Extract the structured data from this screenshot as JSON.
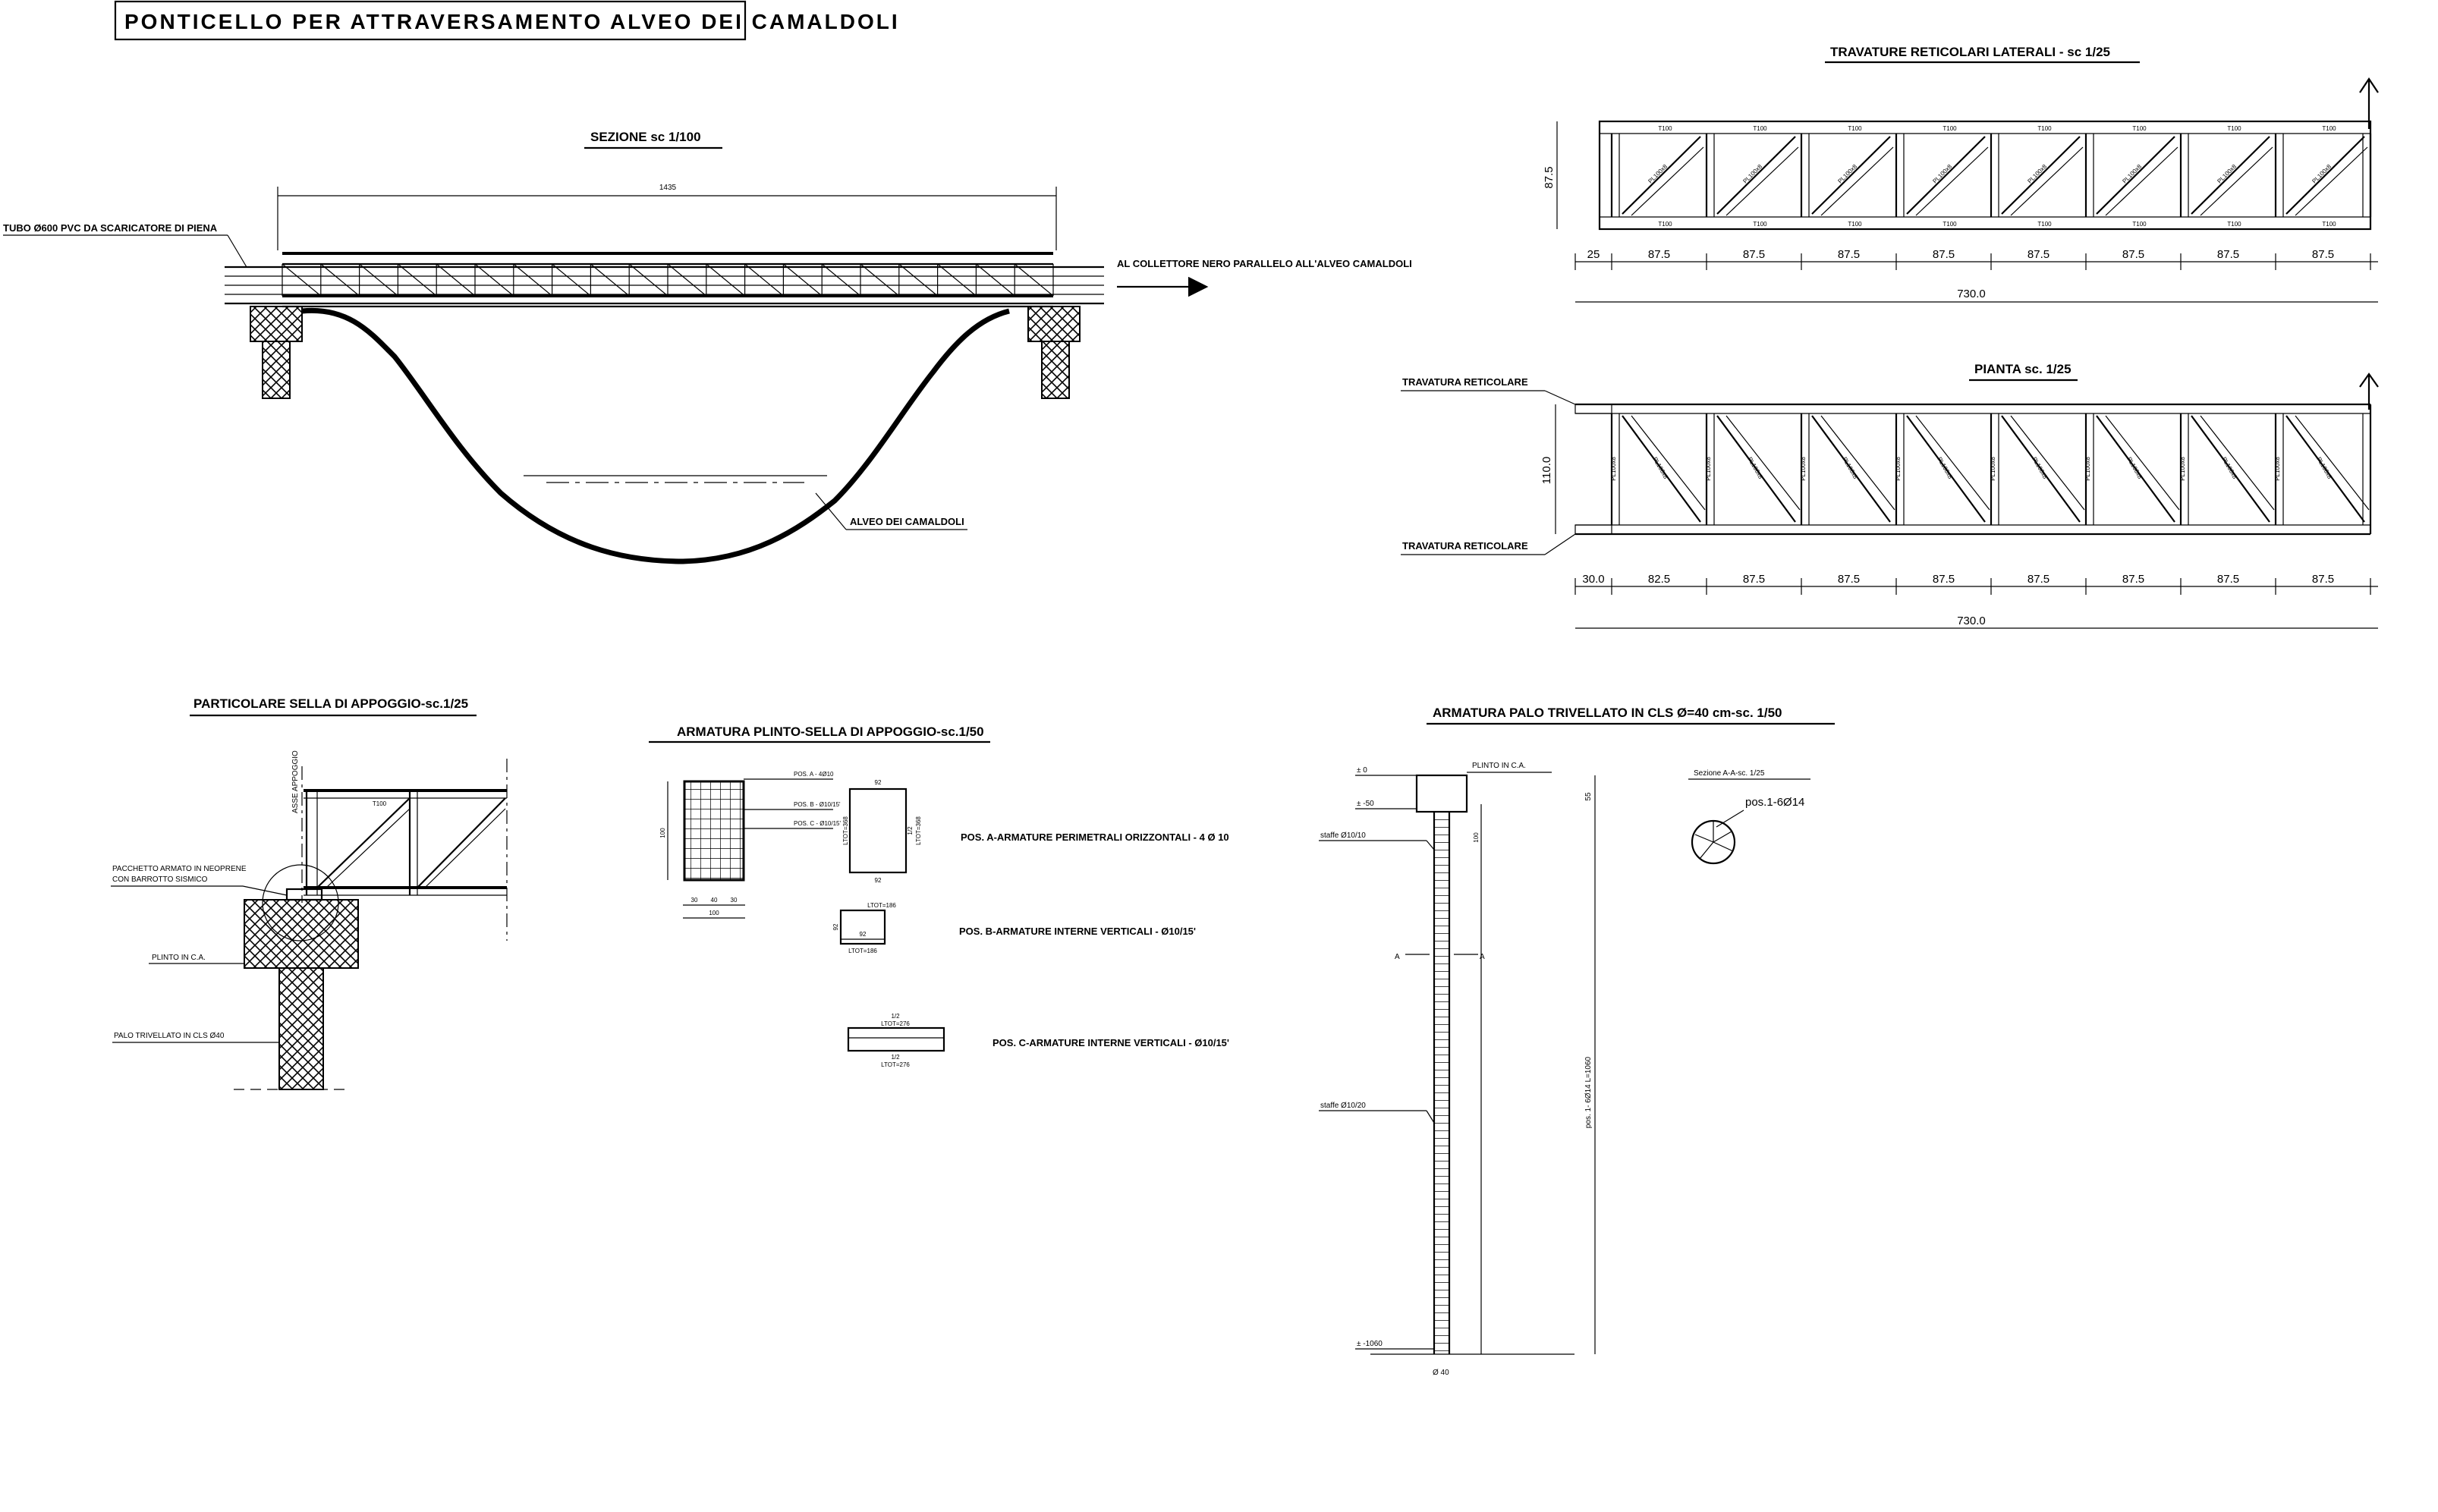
{
  "title": "PONTICELLO PER ATTRAVERSAMENTO ALVEO DEI CAMALDOLI",
  "section": {
    "heading": "SEZIONE sc 1/100",
    "span_dim": "1435",
    "pipe_note": "TUBO Ø600 PVC DA SCARICATORE DI PIENA",
    "collector_note": "AL COLLETTORE NERO PARALLELO ALL'ALVEO CAMALDOLI",
    "riverbed_note": "ALVEO DEI CAMALDOLI"
  },
  "lateral_truss": {
    "heading": "TRAVATURE RETICOLARI LATERALI - sc 1/25",
    "height_dim": "87.5",
    "top_labels": [
      "T100",
      "T100",
      "T100",
      "T100",
      "T100",
      "T100",
      "T100",
      "T100"
    ],
    "bottom_labels": [
      "T100",
      "T100",
      "T100",
      "T100",
      "T100",
      "T100",
      "T100",
      "T100"
    ],
    "diag_label": "PL100x8",
    "dims": [
      "25",
      "87.5",
      "87.5",
      "87.5",
      "87.5",
      "87.5",
      "87.5",
      "87.5",
      "87.5"
    ],
    "total": "730.0"
  },
  "plan": {
    "heading": "PIANTA sc. 1/25",
    "label_top": "TRAVATURA RETICOLARE",
    "label_bottom": "TRAVATURA RETICOLARE",
    "width_dim": "110.0",
    "dims": [
      "30.0",
      "82.5",
      "87.5",
      "87.5",
      "87.5",
      "87.5",
      "87.5",
      "87.5",
      "87.5"
    ],
    "total": "730.0",
    "post_label": "PL100x8"
  },
  "support_detail": {
    "heading": "PARTICOLARE SELLA DI APPOGGIO-sc.1/25",
    "axis_label": "ASSE APPOGGIO",
    "neoprene_line1": "PACCHETTO ARMATO IN NEOPRENE",
    "neoprene_line2": "CON BARROTTO SISMICO",
    "plinth_label": "PLINTO IN C.A.",
    "pile_label": "PALO TRIVELLATO IN CLS Ø40",
    "member_label": "T100"
  },
  "plinth_rebar": {
    "heading": "ARMATURA PLINTO-SELLA DI APPOGGIO-sc.1/50",
    "pos_a_tag": "POS. A - 4Ø10",
    "pos_b_tag": "POS. B - Ø10/15'",
    "pos_c_tag": "POS. C - Ø10/15'",
    "height_dim": "100",
    "width_dims": [
      "30",
      "40",
      "30"
    ],
    "width_total": "100",
    "pos_a_desc": "POS. A-ARMATURE PERIMETRALI ORIZZONTALI - 4 Ø 10",
    "pos_b_desc": "POS. B-ARMATURE INTERNE VERTICALI - Ø10/15'",
    "pos_c_desc": "POS. C-ARMATURE INTERNE VERTICALI - Ø10/15'",
    "shape_a_top": "92",
    "shape_a_bottom": "92",
    "shape_a_left": "LTOT=368",
    "shape_a_right": "1/2",
    "shape_a_right2": "LTOT=368",
    "shape_b_top": "LTOT=186",
    "shape_b_mid": "92",
    "shape_b_side": "92",
    "shape_b_bottom": "LTOT=186",
    "shape_c_top": "1/2",
    "shape_c_top2": "LTOT=276",
    "shape_c_bottom": "1/2",
    "shape_c_bottom2": "LTOT=276"
  },
  "pile_rebar": {
    "heading": "ARMATURA PALO TRIVELLATO IN CLS Ø=40 cm-sc. 1/50",
    "level_0": "± 0",
    "level_50": "± -50",
    "level_1060": "± -1060",
    "plinth_label": "PLINTO IN C.A.",
    "stirrups_top": "staffe Ø10/10",
    "stirrups_bottom": "staffe Ø10/20",
    "dim_100": "100",
    "dim_55": "55",
    "long_bars": "pos. 1- 6Ø14 L=1060",
    "section_mark_l": "A",
    "section_mark_r": "A",
    "diameter": "Ø 40",
    "section_heading": "Sezione A-A-sc. 1/25",
    "section_bars": "pos.1-6Ø14"
  }
}
